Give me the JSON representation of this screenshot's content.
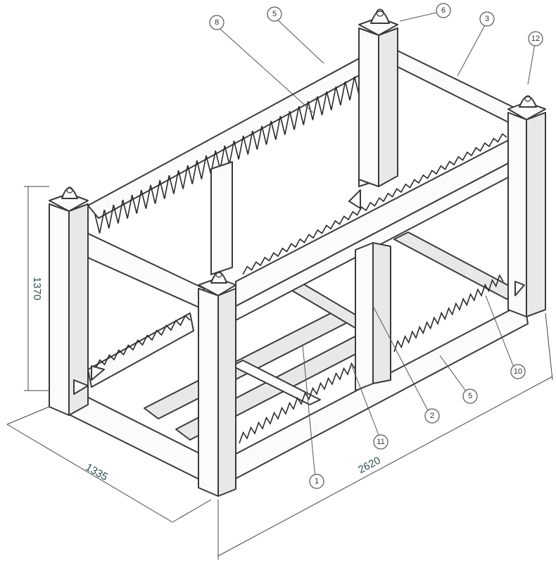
{
  "dimensions": {
    "height": "1370",
    "depth": "1335",
    "length": "2620"
  },
  "callouts": [
    {
      "id": "c8",
      "label": "8"
    },
    {
      "id": "c5a",
      "label": "5"
    },
    {
      "id": "c6",
      "label": "6"
    },
    {
      "id": "c3",
      "label": "3"
    },
    {
      "id": "c12",
      "label": "12"
    },
    {
      "id": "c10",
      "label": "10"
    },
    {
      "id": "c5b",
      "label": "5"
    },
    {
      "id": "c2",
      "label": "2"
    },
    {
      "id": "c11",
      "label": "11"
    },
    {
      "id": "c1",
      "label": "1"
    }
  ]
}
